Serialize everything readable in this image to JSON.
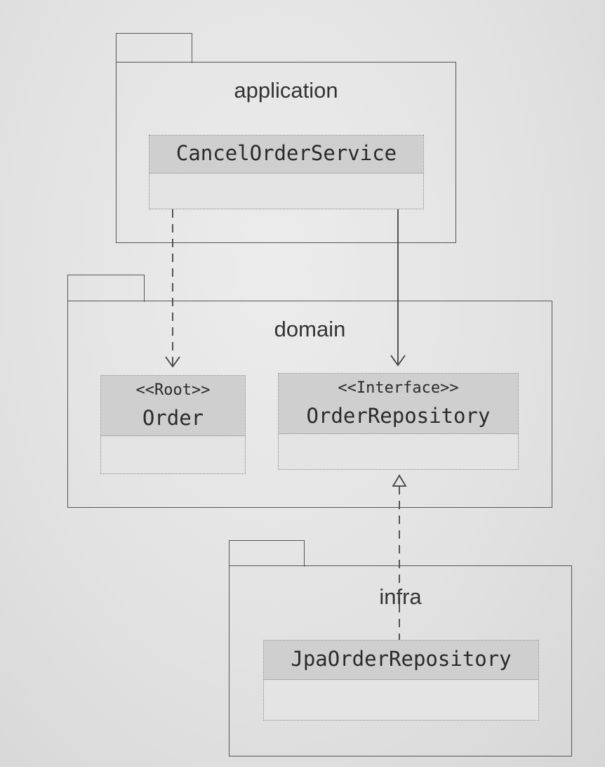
{
  "packages": {
    "application": {
      "name": "application"
    },
    "domain": {
      "name": "domain"
    },
    "infra": {
      "name": "infra"
    }
  },
  "classes": {
    "cancel_order_service": {
      "name": "CancelOrderService"
    },
    "order": {
      "stereotype": "<<Root>>",
      "name": "Order"
    },
    "order_repository": {
      "stereotype": "<<Interface>>",
      "name": "OrderRepository"
    },
    "jpa_order_repository": {
      "name": "JpaOrderRepository"
    }
  },
  "relations": [
    {
      "from": "CancelOrderService",
      "to": "Order",
      "kind": "dependency"
    },
    {
      "from": "CancelOrderService",
      "to": "OrderRepository",
      "kind": "association"
    },
    {
      "from": "JpaOrderRepository",
      "to": "OrderRepository",
      "kind": "realization"
    }
  ]
}
